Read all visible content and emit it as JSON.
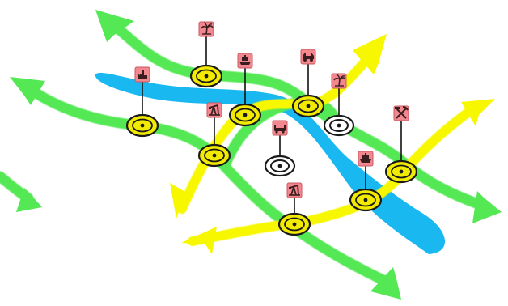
{
  "colors": {
    "green_route": "#55e855",
    "yellow_route": "#f7f700",
    "river": "#19b8f0",
    "node_fill": "#f2ea00",
    "node_ring": "#1a1a1a",
    "marker_fill": "#f2878f",
    "marker_border": "#c85a62",
    "pin_line": "#111111",
    "background": "#ffffff"
  },
  "diagram": {
    "routes": [
      {
        "id": "route-green-top",
        "color": "green",
        "arrow_at": "left-end"
      },
      {
        "id": "route-green-middle",
        "color": "green",
        "arrow_at": "right-end"
      },
      {
        "id": "route-green-lower",
        "color": "green",
        "arrow_at": "right-end"
      },
      {
        "id": "route-green-short",
        "color": "green",
        "arrow_at": "right-end"
      },
      {
        "id": "route-yellow-northeast",
        "color": "yellow",
        "arrow_at": "both-ends"
      },
      {
        "id": "route-yellow-lower",
        "color": "yellow",
        "arrow_at": "both-ends"
      }
    ],
    "river": {
      "id": "river"
    },
    "junctions": [
      {
        "id": "j1",
        "style": "yellow"
      },
      {
        "id": "j2",
        "style": "yellow"
      },
      {
        "id": "j3",
        "style": "yellow"
      },
      {
        "id": "j4",
        "style": "yellow"
      },
      {
        "id": "j5",
        "style": "white"
      },
      {
        "id": "j6",
        "style": "yellow"
      },
      {
        "id": "j7",
        "style": "white"
      },
      {
        "id": "j8",
        "style": "yellow"
      },
      {
        "id": "j9",
        "style": "yellow"
      },
      {
        "id": "j10",
        "style": "yellow"
      }
    ],
    "markers": [
      {
        "icon": "palm-tree-icon",
        "junction": "j2"
      },
      {
        "icon": "factory-icon",
        "junction": "j1"
      },
      {
        "icon": "ship-icon",
        "junction": "j3"
      },
      {
        "icon": "car-icon",
        "junction": "j6"
      },
      {
        "icon": "palm-tree-icon",
        "junction": "j5"
      },
      {
        "icon": "oil-pump-icon",
        "junction": "j4"
      },
      {
        "icon": "bus-icon",
        "junction": "j7"
      },
      {
        "icon": "hammer-pick-icon",
        "junction": "j10"
      },
      {
        "icon": "ship-icon",
        "junction": "j9"
      },
      {
        "icon": "oil-pump-icon",
        "junction": "j8"
      }
    ]
  }
}
